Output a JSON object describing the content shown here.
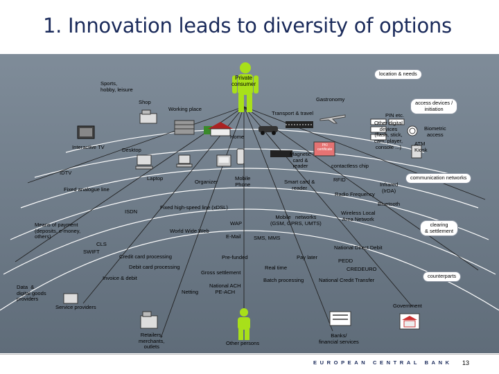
{
  "slide": {
    "title": "1. Innovation leads to diversity of options",
    "footer": "EUROPEAN CENTRAL BANK",
    "page_number": "13"
  },
  "people": {
    "private_consumer": "Private\nconsumer",
    "other_persons": "Other persons"
  },
  "bubbles": {
    "location_needs": "location & needs",
    "access_devices": "access devices /\ninitiation",
    "communication_networks": "communication networks",
    "clearing_settlement": "clearing\n& settlement",
    "counterparts": "counterparts"
  },
  "labels": {
    "sports": "Sports,\nhobby, leisure",
    "shop": "Shop",
    "working_place": "Working place",
    "gastronomy": "Gastronomy",
    "transport": "Transport & travel",
    "pin": "PIN etc.",
    "biometric": "Biometric\naccess",
    "home": "Home",
    "interactive_tv": "Interactive TV",
    "desktop": "Desktop",
    "other_digital": "Other digital\ndevices\n(flash, stick,\ncam, player,\nconsole ...)",
    "atm": "ATM\nKiosk",
    "magnetic": "Magnetic\ncard &\nreader",
    "pki": "PKI\ncertificate",
    "contactless": "contactless chip",
    "idtv": "IDTV",
    "laptop": "Laptop",
    "organizer": "Organizer",
    "mobile_phone": "Mobile\nPhone",
    "smart_card": "Smart card &\nreader",
    "rfid": "RFID",
    "infrared": "Infrared\n(IrDA)",
    "radio": "Radio  Frequency",
    "fixed_analogue": "Fixed analogue line",
    "bluetooth": "Bluetooth",
    "isdn": "ISDN",
    "fixed_highspeed": "Fixed high-speed line (xDSL)",
    "wireless": "Wireless Local\nArea Network",
    "mobile_networks": "Mobile   networks\n(GSM, GPRS, UMTS)",
    "wap": "WAP",
    "means_payment": "Means of payment\n(deposits, e-money,\nothers)",
    "www": "World Wide Web",
    "email": "E-Mail",
    "sms": "SMS, MMS",
    "cls": "CLS",
    "swift": "SWIFT",
    "national_dd": "National Direct Debit",
    "credit_card": "Credit card processing",
    "prefunded": "Pre-funded",
    "pay_later": "Pay later",
    "pedd": "PEDD",
    "debit_card": "Debit card processing",
    "real_time": "Real time",
    "credeuro": "CREDEURO",
    "gross": "Gross settlement",
    "invoice": "Invoice & debit",
    "batch": "Batch processing",
    "nct": "National Credit Transfer",
    "data_goods": "Data  &\ndigital goods\nproviders",
    "netting": "Netting",
    "national_ach": "National ACH\nPE-ACH",
    "service_providers": "Service providers",
    "government": "Government",
    "retailers": "Retailers,\nmerchants,\noutlets",
    "banks": "Banks/\nfinancial services"
  },
  "colors": {
    "stage_top": "#7f8c99",
    "arc": "#ffffff",
    "person": "#a8e01a",
    "title": "#1a2a5a"
  }
}
